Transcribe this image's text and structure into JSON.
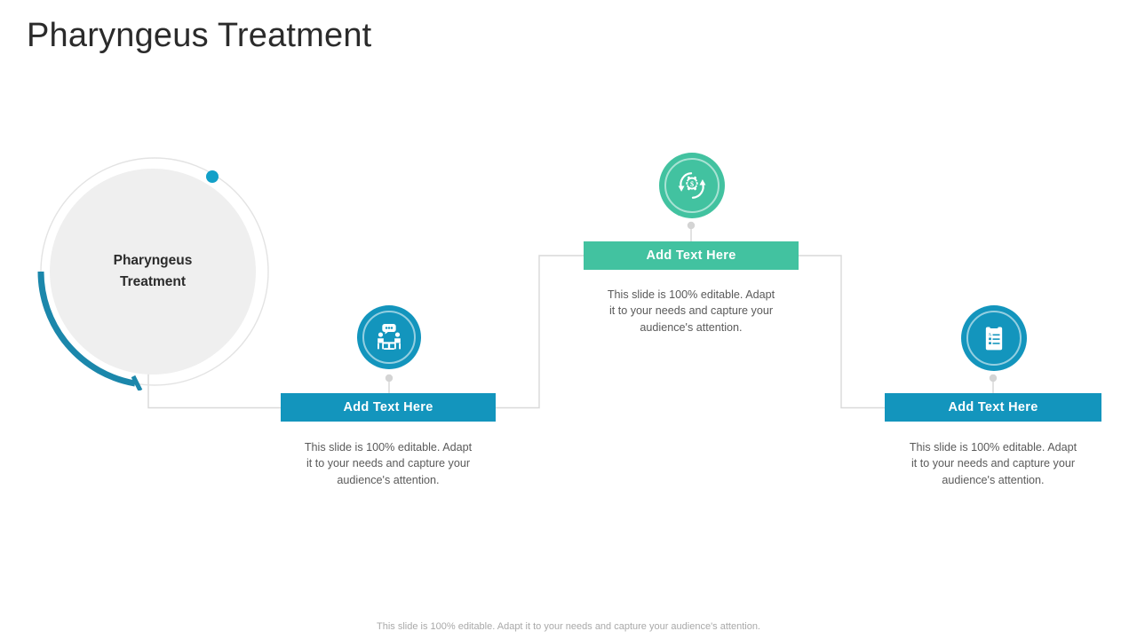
{
  "page_title": "Pharyngeus Treatment",
  "hub": {
    "label_line1": "Pharyngeus",
    "label_line2": "Treatment",
    "disc_color": "#efefef",
    "arc_color": "#1b87ab",
    "dot_color": "#12a0c8"
  },
  "colors": {
    "blue": "#1395bd",
    "green": "#42c2a0",
    "connector": "#d9d9d9",
    "body_text": "#5a5a5a",
    "title_text": "#2b2b2b",
    "footer_text": "#a9a9a9"
  },
  "nodes": [
    {
      "id": "node-1",
      "icon": "meeting-discussion-icon",
      "accent": "#1395bd",
      "banner_label": "Add Text Here",
      "body": "This slide is 100% editable. Adapt it to your needs and capture your audience's attention."
    },
    {
      "id": "node-2",
      "icon": "gear-money-cycle-icon",
      "accent": "#42c2a0",
      "banner_label": "Add Text Here",
      "body": "This slide is 100% editable. Adapt it to your needs and capture your audience's attention."
    },
    {
      "id": "node-3",
      "icon": "clipboard-checklist-icon",
      "accent": "#1395bd",
      "banner_label": "Add Text Here",
      "body": "This slide is 100% editable. Adapt it to your needs and capture your audience's attention."
    }
  ],
  "footer_note": "This slide is 100% editable. Adapt it to your needs and capture your audience's attention."
}
